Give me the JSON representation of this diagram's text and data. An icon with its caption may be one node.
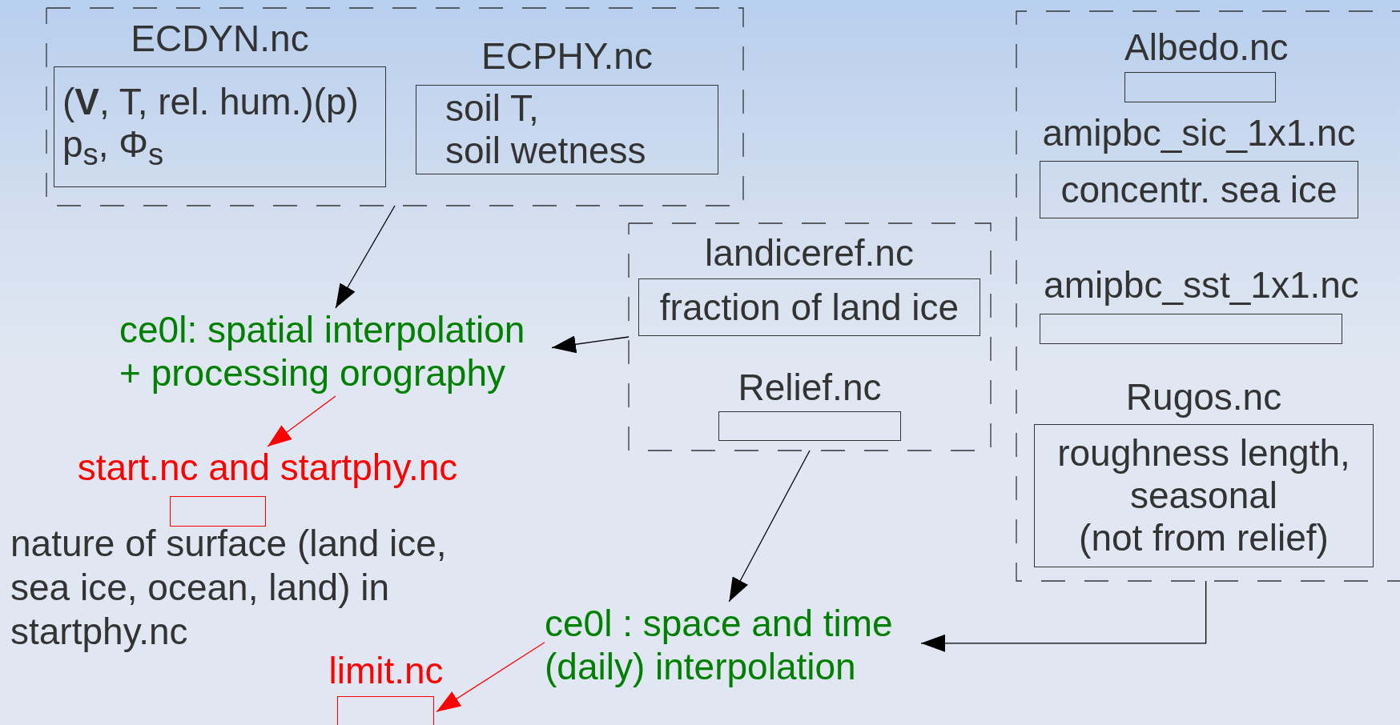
{
  "diagram": {
    "nodes": [
      {
        "text": [],
        "shape": "box"
      },
      {
        "text": [
          "ECDYN.nc",
          "(**V**, T, rel. hum.)(p)",
          "p$_{s}$, Φ$_{s}$"
        ],
        "in": 0
      },
      {
        "text": [
          "ECPHY.nc",
          "soil T,",
          "soil wetness"
        ],
        "in": 0
      },
      {
        "text": [
          "ce0l: spatial interpolation + processing orography"
        ]
      },
      {
        "text": [],
        "shape": "box"
      },
      {
        "text": [
          "landiceref.nc",
          "fraction of land ice"
        ],
        "in": 4
      },
      {
        "text": [
          "Relief.nc"
        ],
        "in": 4
      },
      {
        "text": [],
        "shape": "box"
      },
      {
        "text": [
          "Albedo.nc"
        ],
        "in": 7
      },
      {
        "text": [
          "amipbc_sic_1x1.nc",
          "concentr. sea ice"
        ],
        "in": 7
      },
      {
        "text": [
          "amipbc_sst_1x1.nc"
        ],
        "in": 7
      },
      {
        "text": [
          "Rugos.nc",
          "roughness length,",
          "seasonal",
          "(not from relief)"
        ],
        "in": 7
      },
      {
        "text": [
          "start.nc and startphy.nc"
        ],
        "beside": [
          "nature of surface (land ice, sea ice, ocean, land) in startphy.nc"
        ]
      },
      {
        "text": [
          "ce0l : space and time (daily) interpolation"
        ]
      },
      {
        "text": [
          "limit.nc"
        ]
      }
    ],
    "edges": [
      {
        "from": 0,
        "to": 3,
        "arrow": "to"
      },
      {
        "from": 4,
        "to": 3,
        "arrow": "to"
      },
      {
        "from": 3,
        "to": 12,
        "arrow": "to",
        "color": "#ff0000"
      },
      {
        "from": 4,
        "to": 13,
        "arrow": "to"
      },
      {
        "from": 7,
        "to": 13,
        "arrow": "to"
      },
      {
        "from": 13,
        "to": 14,
        "arrow": "to",
        "color": "#ff0000"
      }
    ]
  }
}
